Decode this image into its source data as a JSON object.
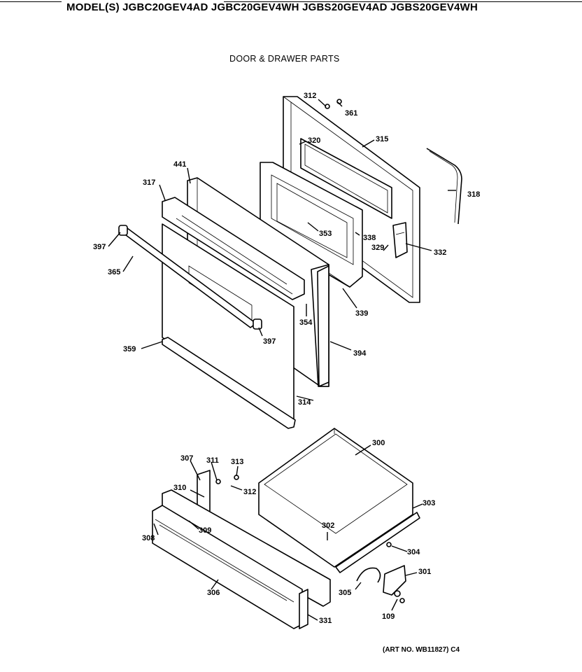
{
  "header": {
    "models": "MODEL(S) JGBC20GEV4AD  JGBC20GEV4WH  JGBS20GEV4AD  JGBS20GEV4WH"
  },
  "section_title": "DOOR & DRAWER PARTS",
  "art_number": "(ART NO. WB11827) C4",
  "callouts": {
    "c312a": "312",
    "c361": "361",
    "c320": "320",
    "c315": "315",
    "c441": "441",
    "c317": "317",
    "c318": "318",
    "c397a": "397",
    "c365": "365",
    "c353": "353",
    "c338": "338",
    "c329": "329",
    "c332": "332",
    "c354": "354",
    "c339": "339",
    "c397b": "397",
    "c359": "359",
    "c394": "394",
    "c314": "314",
    "c300": "300",
    "c307": "307",
    "c311": "311",
    "c313": "313",
    "c312b": "312",
    "c310": "310",
    "c303": "303",
    "c308": "308",
    "c309": "309",
    "c302": "302",
    "c304": "304",
    "c301": "301",
    "c305": "305",
    "c306": "306",
    "c331": "331",
    "c109": "109"
  }
}
